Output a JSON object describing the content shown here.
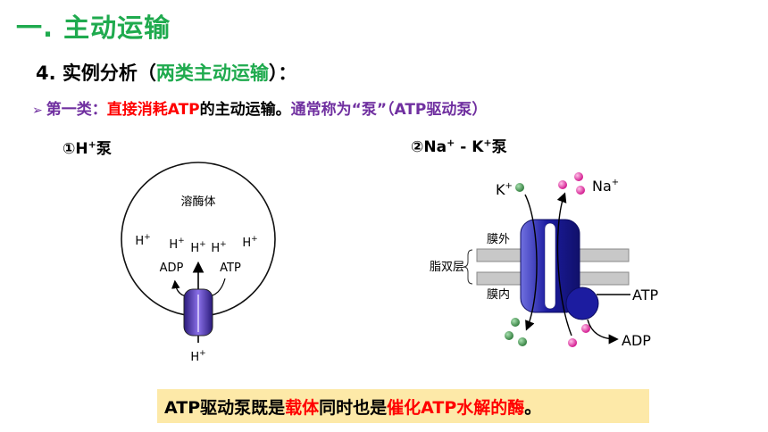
{
  "heading": {
    "title": "一. 主动运输"
  },
  "section": {
    "prefix": "4. 实例分析（",
    "highlight": "两类主动运输",
    "suffix": "）："
  },
  "first_class": {
    "label": "第一类：",
    "red_text": "直接消耗ATP",
    "middle": "的主动运输。",
    "tail": "通常称为“泵”（ATP驱动泵）"
  },
  "pump_h": {
    "label_prefix": "①H",
    "label_suffix": "泵",
    "organelle": "溶酶体",
    "ion": "H",
    "adp": "ADP",
    "atp": "ATP"
  },
  "pump_na_k": {
    "label_prefix": "②Na",
    "label_mid": " - K",
    "label_suffix": "泵",
    "k": "K",
    "na": "Na",
    "outside": "膜外",
    "bilayer": "脂双层",
    "inside": "膜内",
    "atp": "ATP",
    "adp": "ADP"
  },
  "conclusion": {
    "p1": "ATP驱动泵既是",
    "p2": "载体",
    "p3": "同时也是",
    "p4": "催化ATP水解的酶",
    "p5": "。"
  },
  "colors": {
    "title_green": "#1faa4e",
    "purple": "#7030a0",
    "red": "#ff0000",
    "pump_blue": "#1c1ca0",
    "k_green": "#3f8a4a",
    "na_pink": "#e0209a",
    "highlight_bg": "#fde9a8"
  }
}
